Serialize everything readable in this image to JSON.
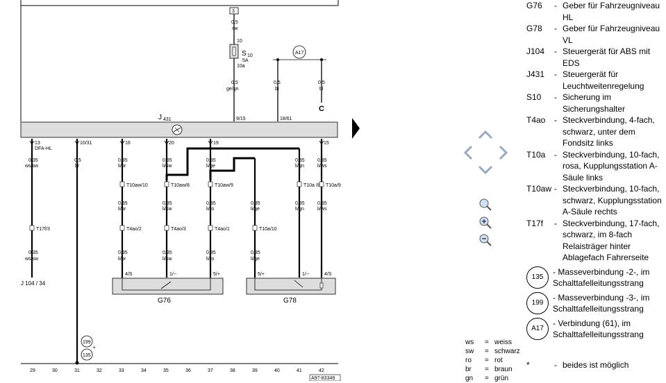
{
  "diagram": {
    "j431_label": "J",
    "j431_sub": "431",
    "top_connector": "3",
    "fuse": {
      "name": "S",
      "sub": "10",
      "rating": "5A",
      "pin_in": "10",
      "pin_out": "10a"
    },
    "top_wire1": {
      "size": "0,5",
      "color": "sw"
    },
    "top_wire2": {
      "size": "0,5",
      "color": "ge/gn"
    },
    "a17": "A17",
    "a17_wire_left": {
      "size": "0,5",
      "color": "bl"
    },
    "a17_wire_right": {
      "size": "0,5",
      "color": "bl"
    },
    "c_label": "C",
    "pin_9_15": "9/15",
    "pin_18_61": "18/61",
    "pin_13": "13",
    "dfa_hl": "DFA-HL",
    "pin_10_31": "10/31",
    "pin_16": "16",
    "pin_20": "20",
    "pin_19": "19",
    "pin_15": "15",
    "w_ws_sw": {
      "size": "0,35",
      "color": "ws/sw"
    },
    "w_br": {
      "size": "0,5",
      "color": "br"
    },
    "w_li_br": {
      "size": "0,35",
      "color": "li/br"
    },
    "w_li_sw": {
      "size": "0,35",
      "color": "li/sw"
    },
    "w_li_ge": {
      "size": "0,35",
      "color": "li/ge"
    },
    "w_li_gn": {
      "size": "0,35",
      "color": "li/gn"
    },
    "w_li_ws": {
      "size": "0,35",
      "color": "li/ws"
    },
    "w_li_ro": {
      "size": "0,35",
      "color": "li/ro"
    },
    "conn_t10aw10": "T10aw/10",
    "conn_t10aw8": "T10aw/8",
    "conn_t10aw9": "T10aw/9",
    "conn_t10a8": "T10a /8",
    "conn_t10a9": "T10a/9",
    "conn_t17f3": "T17f/3",
    "conn_t4ao2": "T4ao/2",
    "conn_t4ao3": "T4ao/3",
    "conn_t4ao1": "T4ao/1",
    "conn_t10a10": "T10a/10",
    "j104": "J 104 / 34",
    "g76_pins": [
      "4/S",
      "1/--",
      "5/+"
    ],
    "g78_pins": [
      "5/+",
      "1/--",
      "4/S"
    ],
    "g76": "G76",
    "g78": "G78",
    "ground_199": "199",
    "ground_135": "135",
    "asterisk": "*",
    "columns": [
      "29",
      "30",
      "31",
      "32",
      "33",
      "34",
      "35",
      "36",
      "37",
      "38",
      "39",
      "40",
      "41",
      "42"
    ],
    "ref": "A97-83349"
  },
  "legend": {
    "items": [
      {
        "code": "G76",
        "dash": "-",
        "desc": "Geber für Fahrzeugniveau HL"
      },
      {
        "code": "G78",
        "dash": "-",
        "desc": "Geber für Fahrzeugniveau VL"
      },
      {
        "code": "J104",
        "dash": "-",
        "desc": "Steuergerät für ABS mit EDS"
      },
      {
        "code": "J431",
        "dash": "-",
        "desc": "Steuergerät für Leuchtweitenregelung"
      },
      {
        "code": "S10",
        "dash": "-",
        "desc": "Sicherung im Sicherungshalter"
      },
      {
        "code": "T4ao",
        "dash": "-",
        "desc": "Steckverbindung, 4-fach, schwarz, unter dem Fondsitz links"
      },
      {
        "code": "T10a",
        "dash": "-",
        "desc": "Steckverbindung, 10-fach, rosa, Kupplungsstation A-Säule links"
      },
      {
        "code": "T10aw",
        "dash": "-",
        "desc": "Steckverbindung, 10-fach, schwarz, Kupplungsstation A-Säule rechts"
      },
      {
        "code": "T17f",
        "dash": "-",
        "desc": "Steckverbindung, 17-fach, schwarz, im 8-fach Relaisträger hinter Ablagefach Fahrerseite"
      }
    ],
    "circles": [
      {
        "code": "135",
        "desc": "- Masseverbindung -2-, im Schalttafelleitungsstrang"
      },
      {
        "code": "199",
        "desc": "- Masseverbindung -3-, im Schalttafelleitungsstrang"
      },
      {
        "code": "A17",
        "desc": "- Verbindung (61), im Schalttafelleitungsstrang"
      }
    ],
    "footnote_symbol": "*",
    "footnote_dash": "-",
    "footnote_text": "beides ist möglich"
  },
  "abbreviations": [
    {
      "k": "ws",
      "v": "weiss"
    },
    {
      "k": "sw",
      "v": "schwarz"
    },
    {
      "k": "ro",
      "v": "rot"
    },
    {
      "k": "br",
      "v": "braun"
    },
    {
      "k": "gn",
      "v": "grün"
    }
  ],
  "nav": {
    "icons": [
      "arrow-up-icon",
      "arrow-left-icon",
      "arrow-right-icon",
      "arrow-down-icon",
      "zoom-icon",
      "zoom-in-icon",
      "zoom-out-icon"
    ],
    "next_page": "next-page-icon"
  }
}
